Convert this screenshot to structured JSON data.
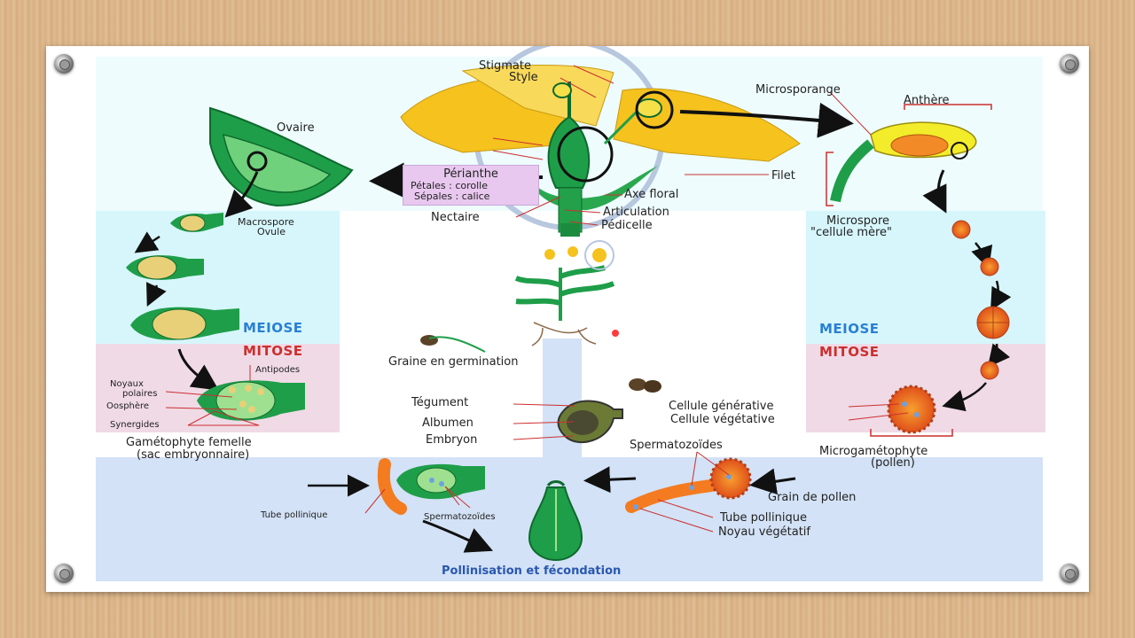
{
  "flower": {
    "stigmate": "Stigmate",
    "style": "Style",
    "microsporange": "Microsporange",
    "anthere": "Anthère",
    "ovaire": "Ovaire",
    "perianthe_title": "Périanthe",
    "petales": "Pétales : corolle",
    "sepales": "Sépales : calice",
    "filet": "Filet",
    "axe_floral": "Axe floral",
    "articulation": "Articulation",
    "nectaire": "Nectaire",
    "pedicelle": "Pédicelle"
  },
  "female": {
    "macrospore": "Macrospore",
    "ovule": "Ovule",
    "meiose": "MEIOSE",
    "mitose": "MITOSE",
    "antipodes": "Antipodes",
    "noyaux_polaires_1": "Noyaux",
    "noyaux_polaires_2": "polaires",
    "oosphere": "Oosphère",
    "synergides": "Synergides",
    "gametophyte_1": "Gamétophyte femelle",
    "gametophyte_2": "(sac embryonnaire)"
  },
  "male": {
    "microspore_1": "Microspore",
    "microspore_2": "\"cellule mère\"",
    "meiose": "MEIOSE",
    "mitose": "MITOSE",
    "cellule_generative": "Cellule générative",
    "cellule_vegetative": "Cellule végétative",
    "microgametophyte_1": "Microgamétophyte",
    "microgametophyte_2": "(pollen)"
  },
  "center": {
    "graine_germination": "Graine en germination",
    "tegument": "Tégument",
    "albumen": "Albumen",
    "embryon": "Embryon"
  },
  "bottom": {
    "spermatozoides_right": "Spermatozoïdes",
    "grain_pollen": "Grain de pollen",
    "tube_pollinique_right": "Tube pollinique",
    "noyau_vegetatif": "Noyau végétatif",
    "tube_pollinique_left": "Tube pollinique",
    "spermatozoides_left": "Spermatozoïdes",
    "pollinisation": "Pollinisation et fécondation"
  },
  "colors": {
    "green_dark": "#0f8a3c",
    "green_light": "#22b14c",
    "yellow": "#f2c428",
    "orange": "#f47b20",
    "red_label_line": "#cc2f2f",
    "meiose_blue": "#2a7fd4",
    "mitose_red": "#cc2f2f",
    "pale_cyan": "#d8f6fb",
    "pale_pink": "#f1dbe6",
    "pale_blue": "#d3e3f7"
  }
}
